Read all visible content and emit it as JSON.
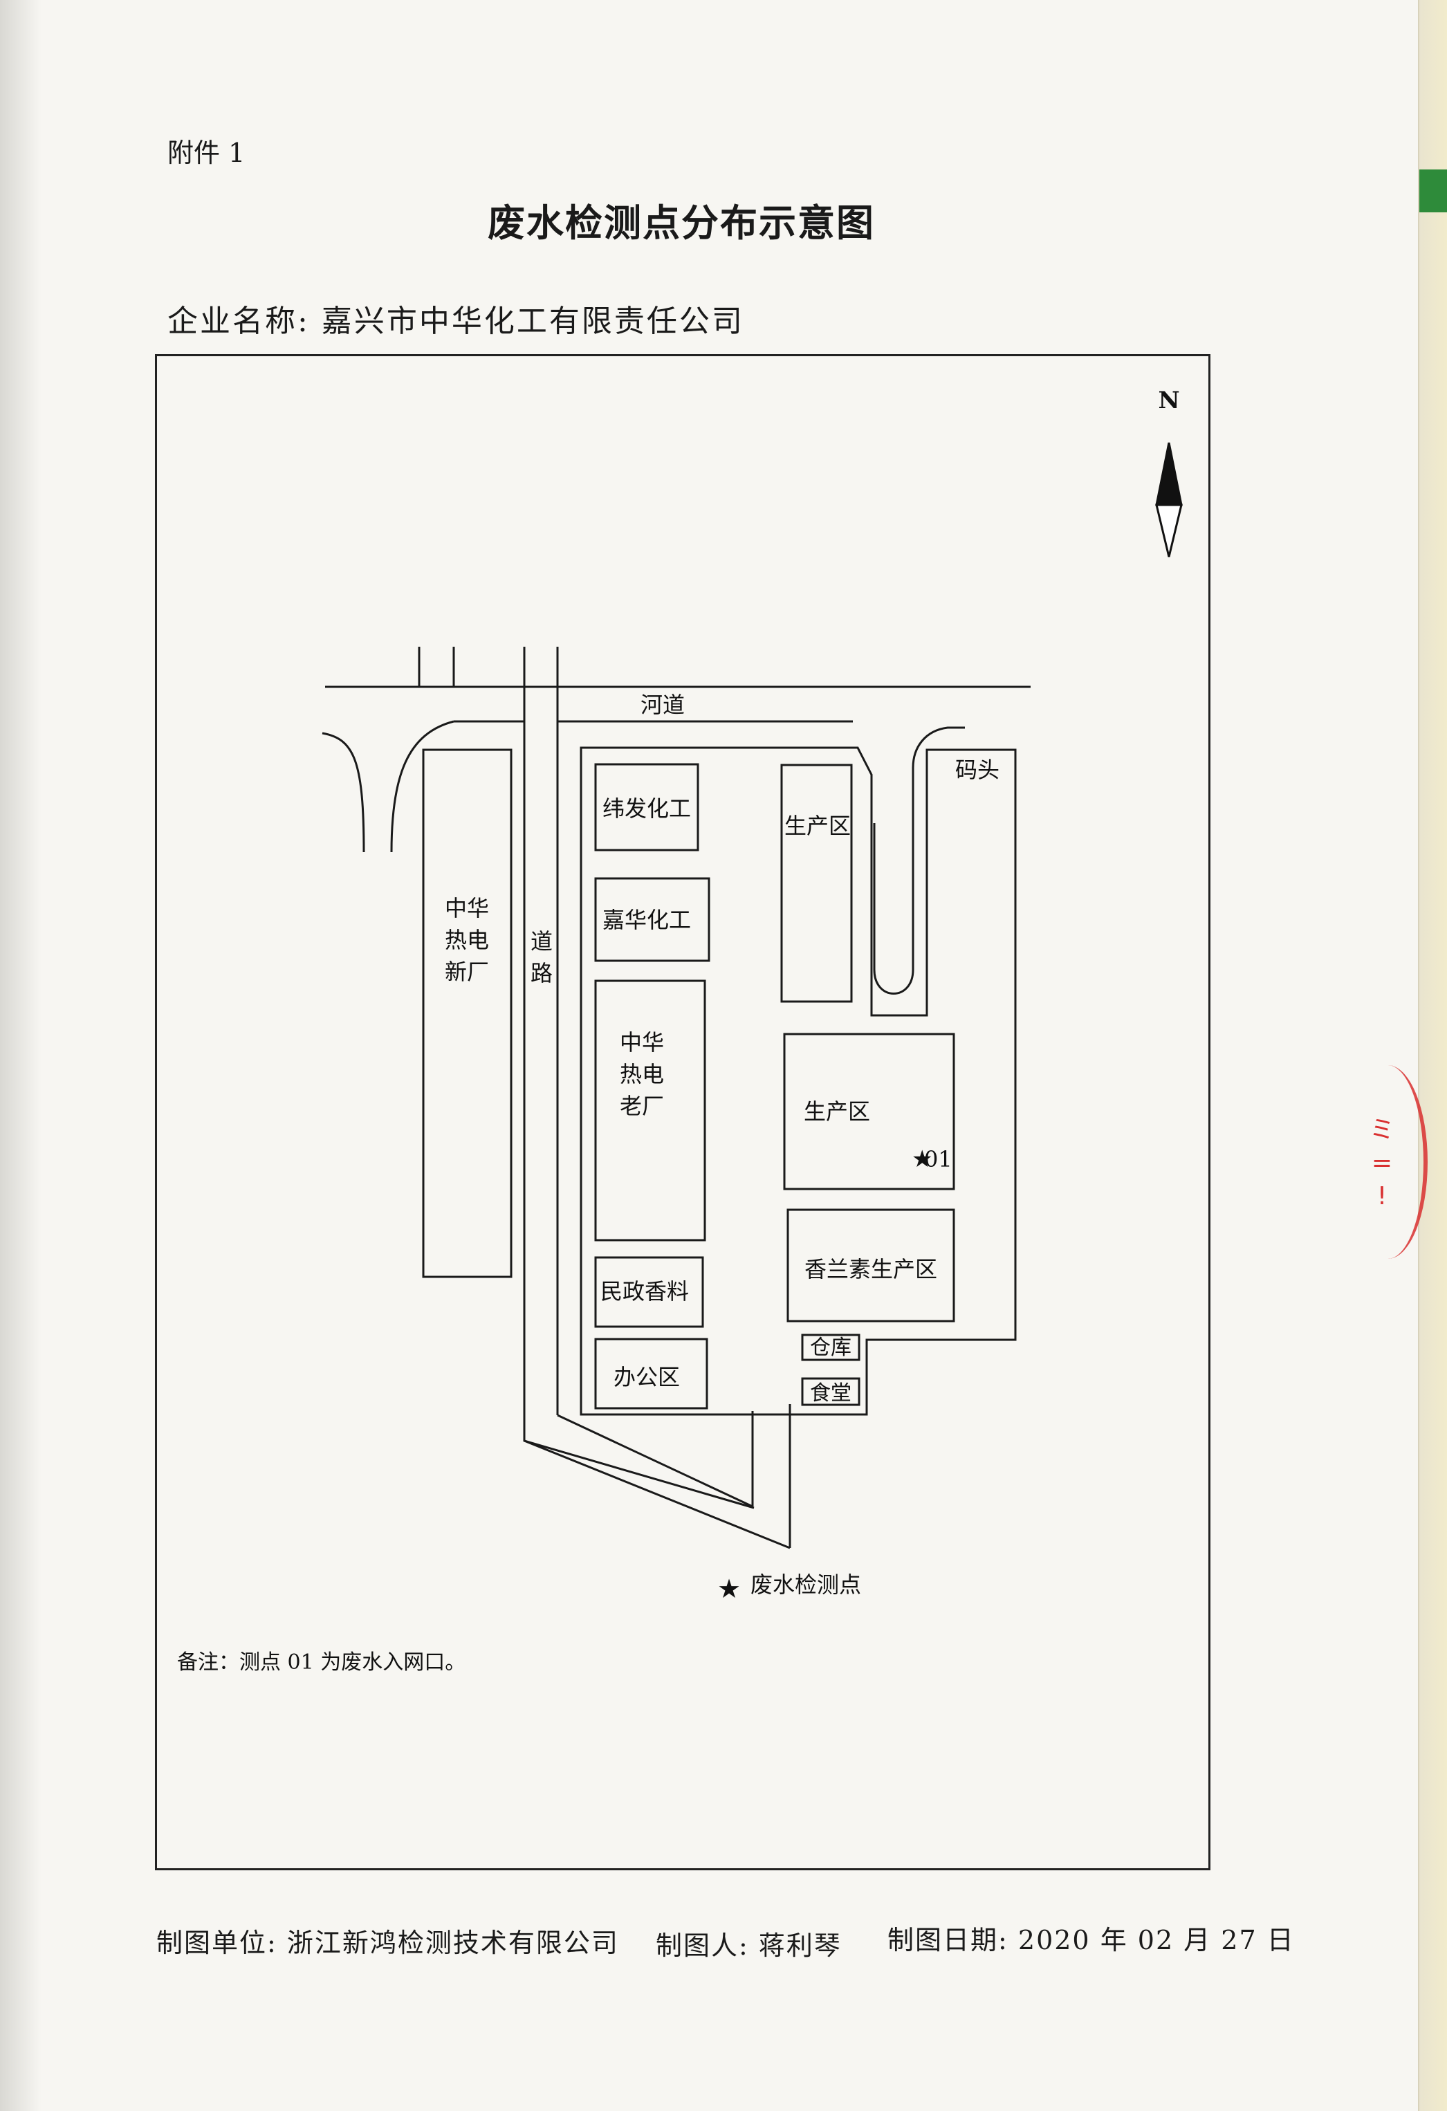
{
  "header": {
    "attachment": "附件 1",
    "title": "废水检测点分布示意图",
    "company_label": "企业名称:",
    "company_name": "嘉兴市中华化工有限责任公司"
  },
  "map": {
    "north": "N",
    "river": "河道",
    "road": [
      "道",
      "路"
    ],
    "wharf": "码头",
    "areas": {
      "weifa": "纬发化工",
      "jiahua": "嘉华化工",
      "production_north": "生产区",
      "plant_new": [
        "中华",
        "热电",
        "新厂"
      ],
      "plant_old": [
        "中华",
        "热电",
        "老厂"
      ],
      "production_main": "生产区",
      "vanillin": "香兰素生产区",
      "minzheng": "民政香料",
      "office": "办公区",
      "warehouse": "仓库",
      "canteen": "食堂"
    },
    "point_01": "01",
    "legend": "废水检测点",
    "note": "备注：测点 01 为废水入网口。"
  },
  "footer": {
    "unit_label": "制图单位:",
    "unit": "浙江新鸿检测技术有限公司",
    "maker_label": "制图人:",
    "maker": "蒋利琴",
    "date_label": "制图日期:",
    "date": "2020 年 02 月 27 日"
  },
  "stamp_marks": [
    "ミ",
    "=",
    "!"
  ],
  "colors": {
    "stamp": "#d93030",
    "tab": "#2e8b3a"
  }
}
